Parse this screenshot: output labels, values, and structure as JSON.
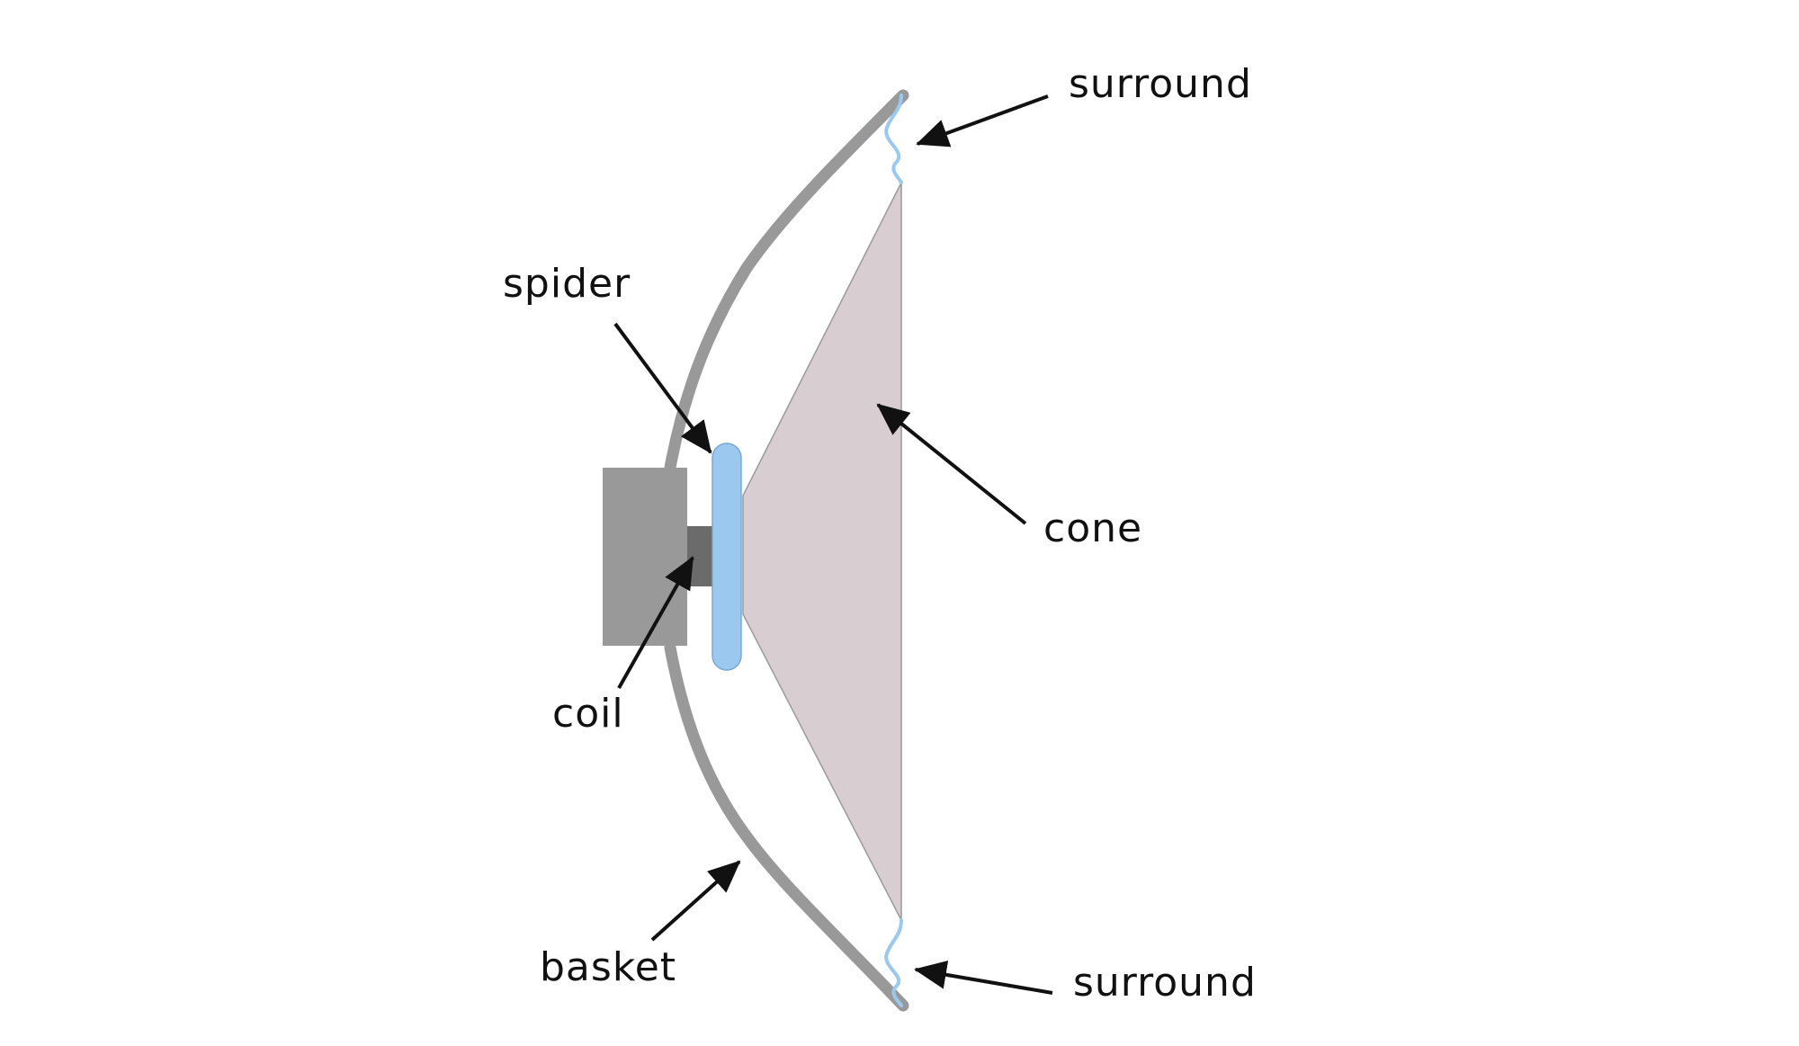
{
  "labels": {
    "surround_top": "surround",
    "spider": "spider",
    "cone": "cone",
    "coil": "coil",
    "basket": "basket",
    "surround_bottom": "surround"
  },
  "colors": {
    "basket": "#999999",
    "magnet": "#999999",
    "coil": "#6b6b6b",
    "spider": "#9ac8ee",
    "surround": "#9ac8ee",
    "cone_fill": "#d8ced2",
    "cone_stroke": "#9a9a9a",
    "arrow": "#111111",
    "text": "#111111"
  }
}
